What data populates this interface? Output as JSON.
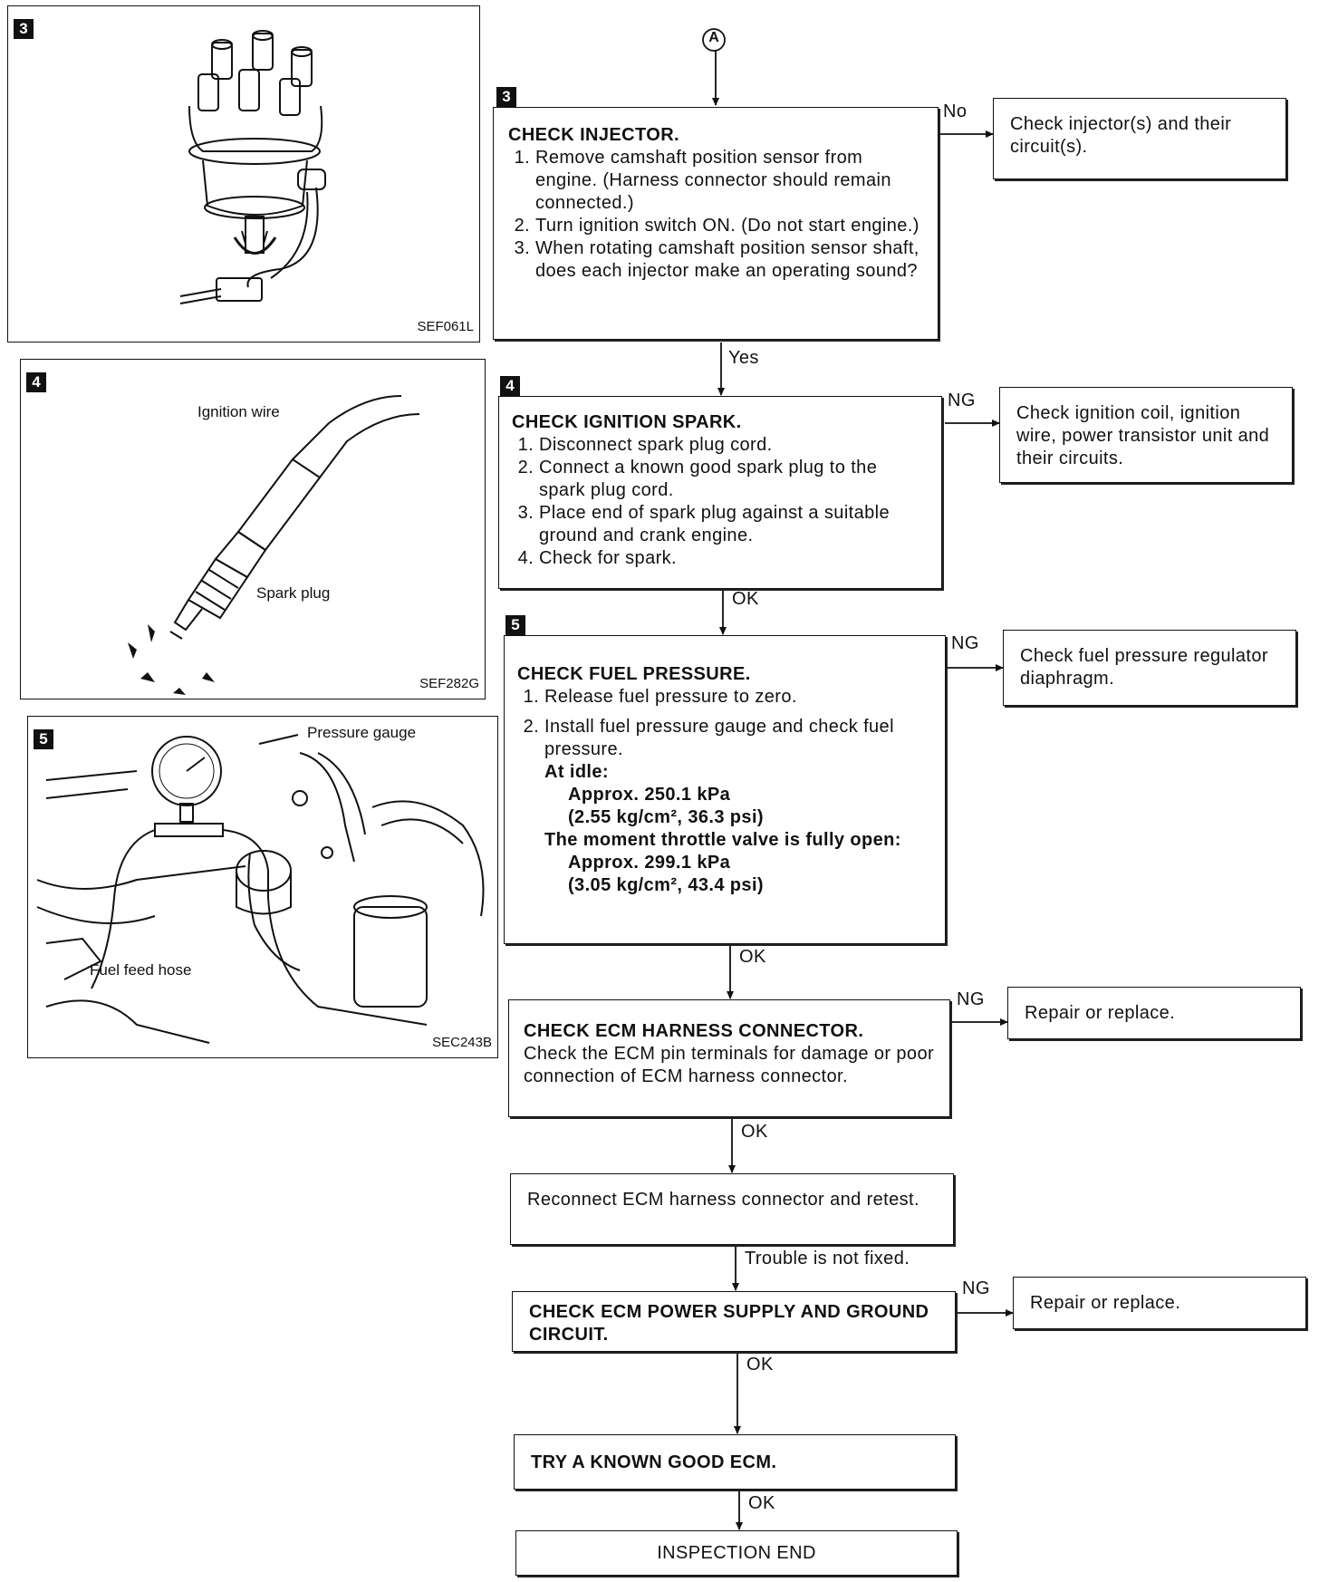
{
  "figures": [
    {
      "step": "3",
      "code": "SEF061L"
    },
    {
      "step": "4",
      "code": "SEF282G",
      "labels": [
        "Ignition wire",
        "Spark plug"
      ]
    },
    {
      "step": "5",
      "code": "SEC243B",
      "labels": [
        "Pressure gauge",
        "Fuel feed hose"
      ]
    }
  ],
  "connector": "A",
  "steps": {
    "check_injector": {
      "num": "3",
      "title": "CHECK INJECTOR.",
      "items": [
        "Remove camshaft position sensor from engine. (Harness connector should remain connected.)",
        "Turn ignition switch ON. (Do not start engine.)",
        "When rotating camshaft position sensor shaft, does each injector make an operating sound?"
      ]
    },
    "check_spark": {
      "num": "4",
      "title": "CHECK IGNITION SPARK.",
      "items": [
        "Disconnect spark plug cord.",
        "Connect a known good spark plug to the spark plug cord.",
        "Place end of spark plug against a suitable ground and crank engine.",
        "Check for spark."
      ]
    },
    "check_fuel": {
      "num": "5",
      "title": "CHECK FUEL PRESSURE.",
      "items": [
        "Release fuel pressure to zero.",
        "Install fuel pressure gauge and check fuel pressure."
      ],
      "idle_label": "At idle:",
      "idle_value": "Approx. 250.1 kPa",
      "idle_value2": "(2.55 kg/cm², 36.3 psi)",
      "open_label": "The moment throttle valve is fully open:",
      "open_value": "Approx. 299.1 kPa",
      "open_value2": "(3.05 kg/cm², 43.4 psi)"
    },
    "check_ecm_harness": {
      "title": "CHECK ECM HARNESS CONNECTOR.",
      "text": "Check the ECM pin terminals for damage or poor connection of ECM harness connector."
    },
    "reconnect": {
      "text": "Reconnect ECM harness connector and retest."
    },
    "check_power": {
      "title": "CHECK ECM POWER SUPPLY AND GROUND CIRCUIT."
    },
    "try_ecm": {
      "title": "TRY A KNOWN GOOD ECM."
    },
    "end": {
      "text": "INSPECTION END"
    }
  },
  "results": {
    "injector": "Check injector(s) and their circuit(s).",
    "spark": "Check ignition coil, ignition wire, power transistor unit and their circuits.",
    "fuel": "Check fuel pressure regulator diaphragm.",
    "harness": "Repair or replace.",
    "power": "Repair or replace."
  },
  "edges": {
    "no": "No",
    "yes": "Yes",
    "ng": "NG",
    "ok": "OK",
    "trouble": "Trouble is not fixed."
  }
}
